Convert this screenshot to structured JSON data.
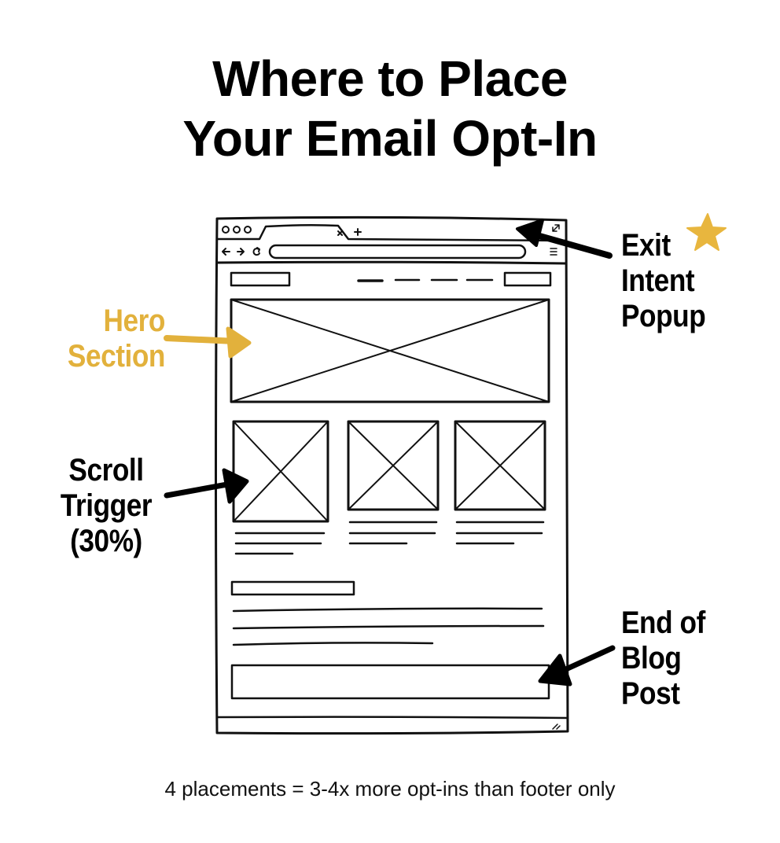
{
  "title": {
    "line1": "Where to Place",
    "line2": "Your Email Opt-In"
  },
  "browser_mockup": {
    "window_controls": [
      "circle",
      "circle",
      "circle"
    ],
    "tab": {
      "close_icon": "×",
      "new_tab_icon": "+"
    },
    "nav_icons": {
      "back": "←",
      "forward": "→",
      "reload": "C",
      "menu": "≡",
      "expand": "⤢"
    },
    "sections": [
      "header-nav",
      "hero-image",
      "three-card-row",
      "blog-text",
      "end-of-post-box",
      "status-bar"
    ]
  },
  "annotations": {
    "exit_intent": {
      "lines": [
        "Exit",
        "Intent",
        "Popup"
      ],
      "color": "#000000",
      "star_color": "#e8b63e"
    },
    "hero_section": {
      "lines": [
        "Hero",
        "Section"
      ],
      "color": "#e2b13c"
    },
    "scroll_trigger": {
      "lines": [
        "Scroll",
        "Trigger",
        "(30%)"
      ],
      "color": "#000000"
    },
    "end_of_blog": {
      "lines": [
        "End of",
        "Blog",
        "Post"
      ],
      "color": "#000000"
    }
  },
  "footer_note": "4 placements = 3-4x more opt-ins than footer only"
}
